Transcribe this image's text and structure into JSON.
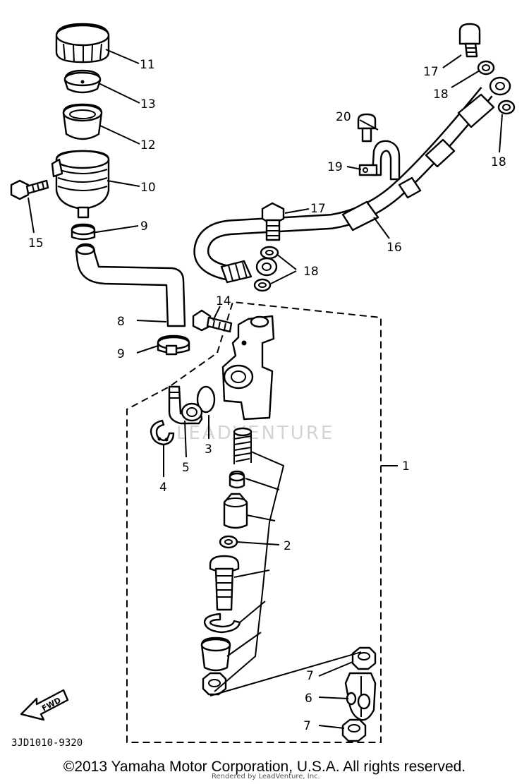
{
  "diagram_code": "3JD1010-9320",
  "watermark": "LEADVENTURE",
  "watermark_small": "Rendered by LeadVenture, Inc.",
  "fwd_label": "FWD",
  "copyright": "©2013 Yamaha Motor Corporation, U.S.A. All rights reserved.",
  "callouts": {
    "c1": "1",
    "c2": "2",
    "c3": "3",
    "c4": "4",
    "c5": "5",
    "c6": "6",
    "c7a": "7",
    "c7b": "7",
    "c8": "8",
    "c9a": "9",
    "c9b": "9",
    "c10": "10",
    "c11": "11",
    "c12": "12",
    "c13": "13",
    "c14": "14",
    "c15": "15",
    "c16": "16",
    "c17a": "17",
    "c17b": "17",
    "c18a": "18",
    "c18b": "18",
    "c18c": "18",
    "c19": "19",
    "c20": "20"
  }
}
